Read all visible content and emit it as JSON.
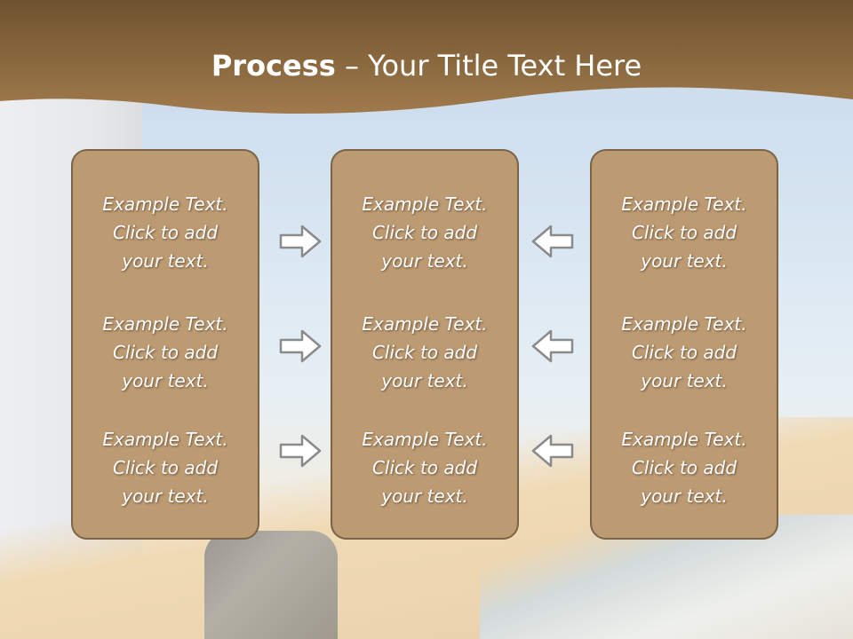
{
  "slide": {
    "title_bold": "Process",
    "title_rest": " – Your Title Text Here",
    "columns": [
      {
        "items": [
          [
            "Example Text.",
            "Click  to add",
            "your text."
          ],
          [
            "Example Text.",
            "Click  to add",
            "your text."
          ],
          [
            "Example Text.",
            "Click  to add",
            "your text."
          ]
        ]
      },
      {
        "items": [
          [
            "Example Text.",
            "Click  to add",
            "your text."
          ],
          [
            "Example Text.",
            "Click  to add",
            "your text."
          ],
          [
            "Example Text.",
            "Click  to add",
            "your text."
          ]
        ]
      },
      {
        "items": [
          [
            "Example Text.",
            "Click  to add",
            "your text."
          ],
          [
            "Example Text.",
            "Click  to add",
            "your text."
          ],
          [
            "Example Text.",
            "Click  to add",
            "your text."
          ]
        ]
      }
    ],
    "arrows_left": [
      "arrow-right-icon",
      "arrow-right-icon",
      "arrow-right-icon"
    ],
    "arrows_right": [
      "arrow-left-icon",
      "arrow-left-icon",
      "arrow-left-icon"
    ],
    "colors": {
      "header": "#8a6a43",
      "box_fill": "#bc9a72",
      "box_border": "#7b6446",
      "text": "#ffffff"
    }
  }
}
